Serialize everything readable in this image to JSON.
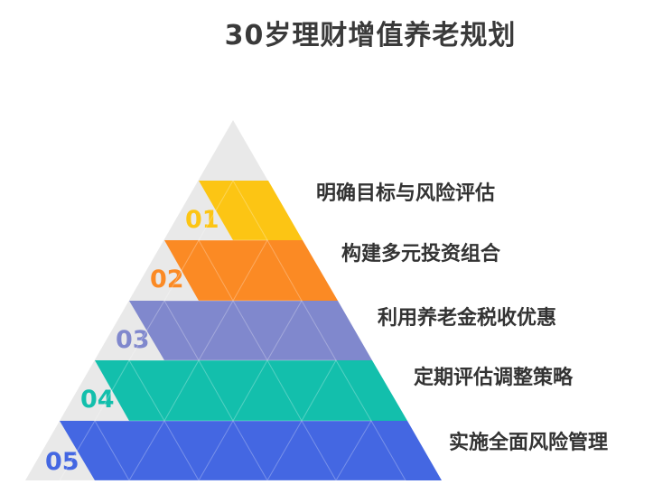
{
  "title": "30岁理财增值养老规划",
  "colors": {
    "background_triangle": "#e9e9e9",
    "title_text": "#3a3a3a",
    "label_text": "#333333"
  },
  "levels": [
    {
      "number": "01",
      "label": "明确目标与风险评估",
      "color": "#fcc514"
    },
    {
      "number": "02",
      "label": "构建多元投资组合",
      "color": "#fb8a24"
    },
    {
      "number": "03",
      "label": "利用养老金税收优惠",
      "color": "#8088cd"
    },
    {
      "number": "04",
      "label": "定期评估调整策略",
      "color": "#13bfac"
    },
    {
      "number": "05",
      "label": "实施全面风险管理",
      "color": "#4467e2"
    }
  ]
}
